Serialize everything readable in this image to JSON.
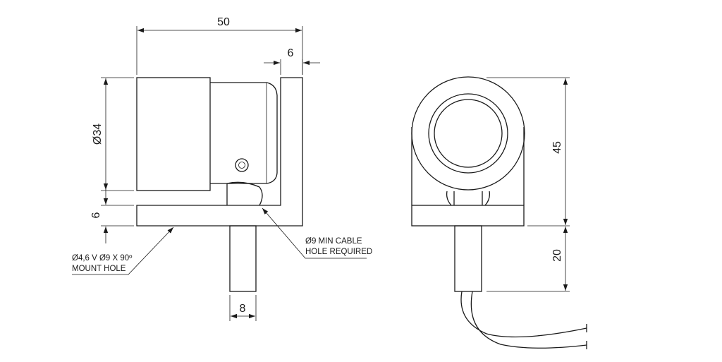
{
  "dimensions": {
    "width": "50",
    "bracket_thickness": "6",
    "diameter": "Ø34",
    "base_height": "6",
    "stem_width": "8",
    "height": "45",
    "stem_length": "20"
  },
  "notes": {
    "mount_hole_line1": "Ø4,6 V Ø9 X 90º",
    "mount_hole_line2": "MOUNT HOLE",
    "cable_hole_line1": "Ø9 MIN CABLE",
    "cable_hole_line2": "HOLE REQUIRED"
  }
}
